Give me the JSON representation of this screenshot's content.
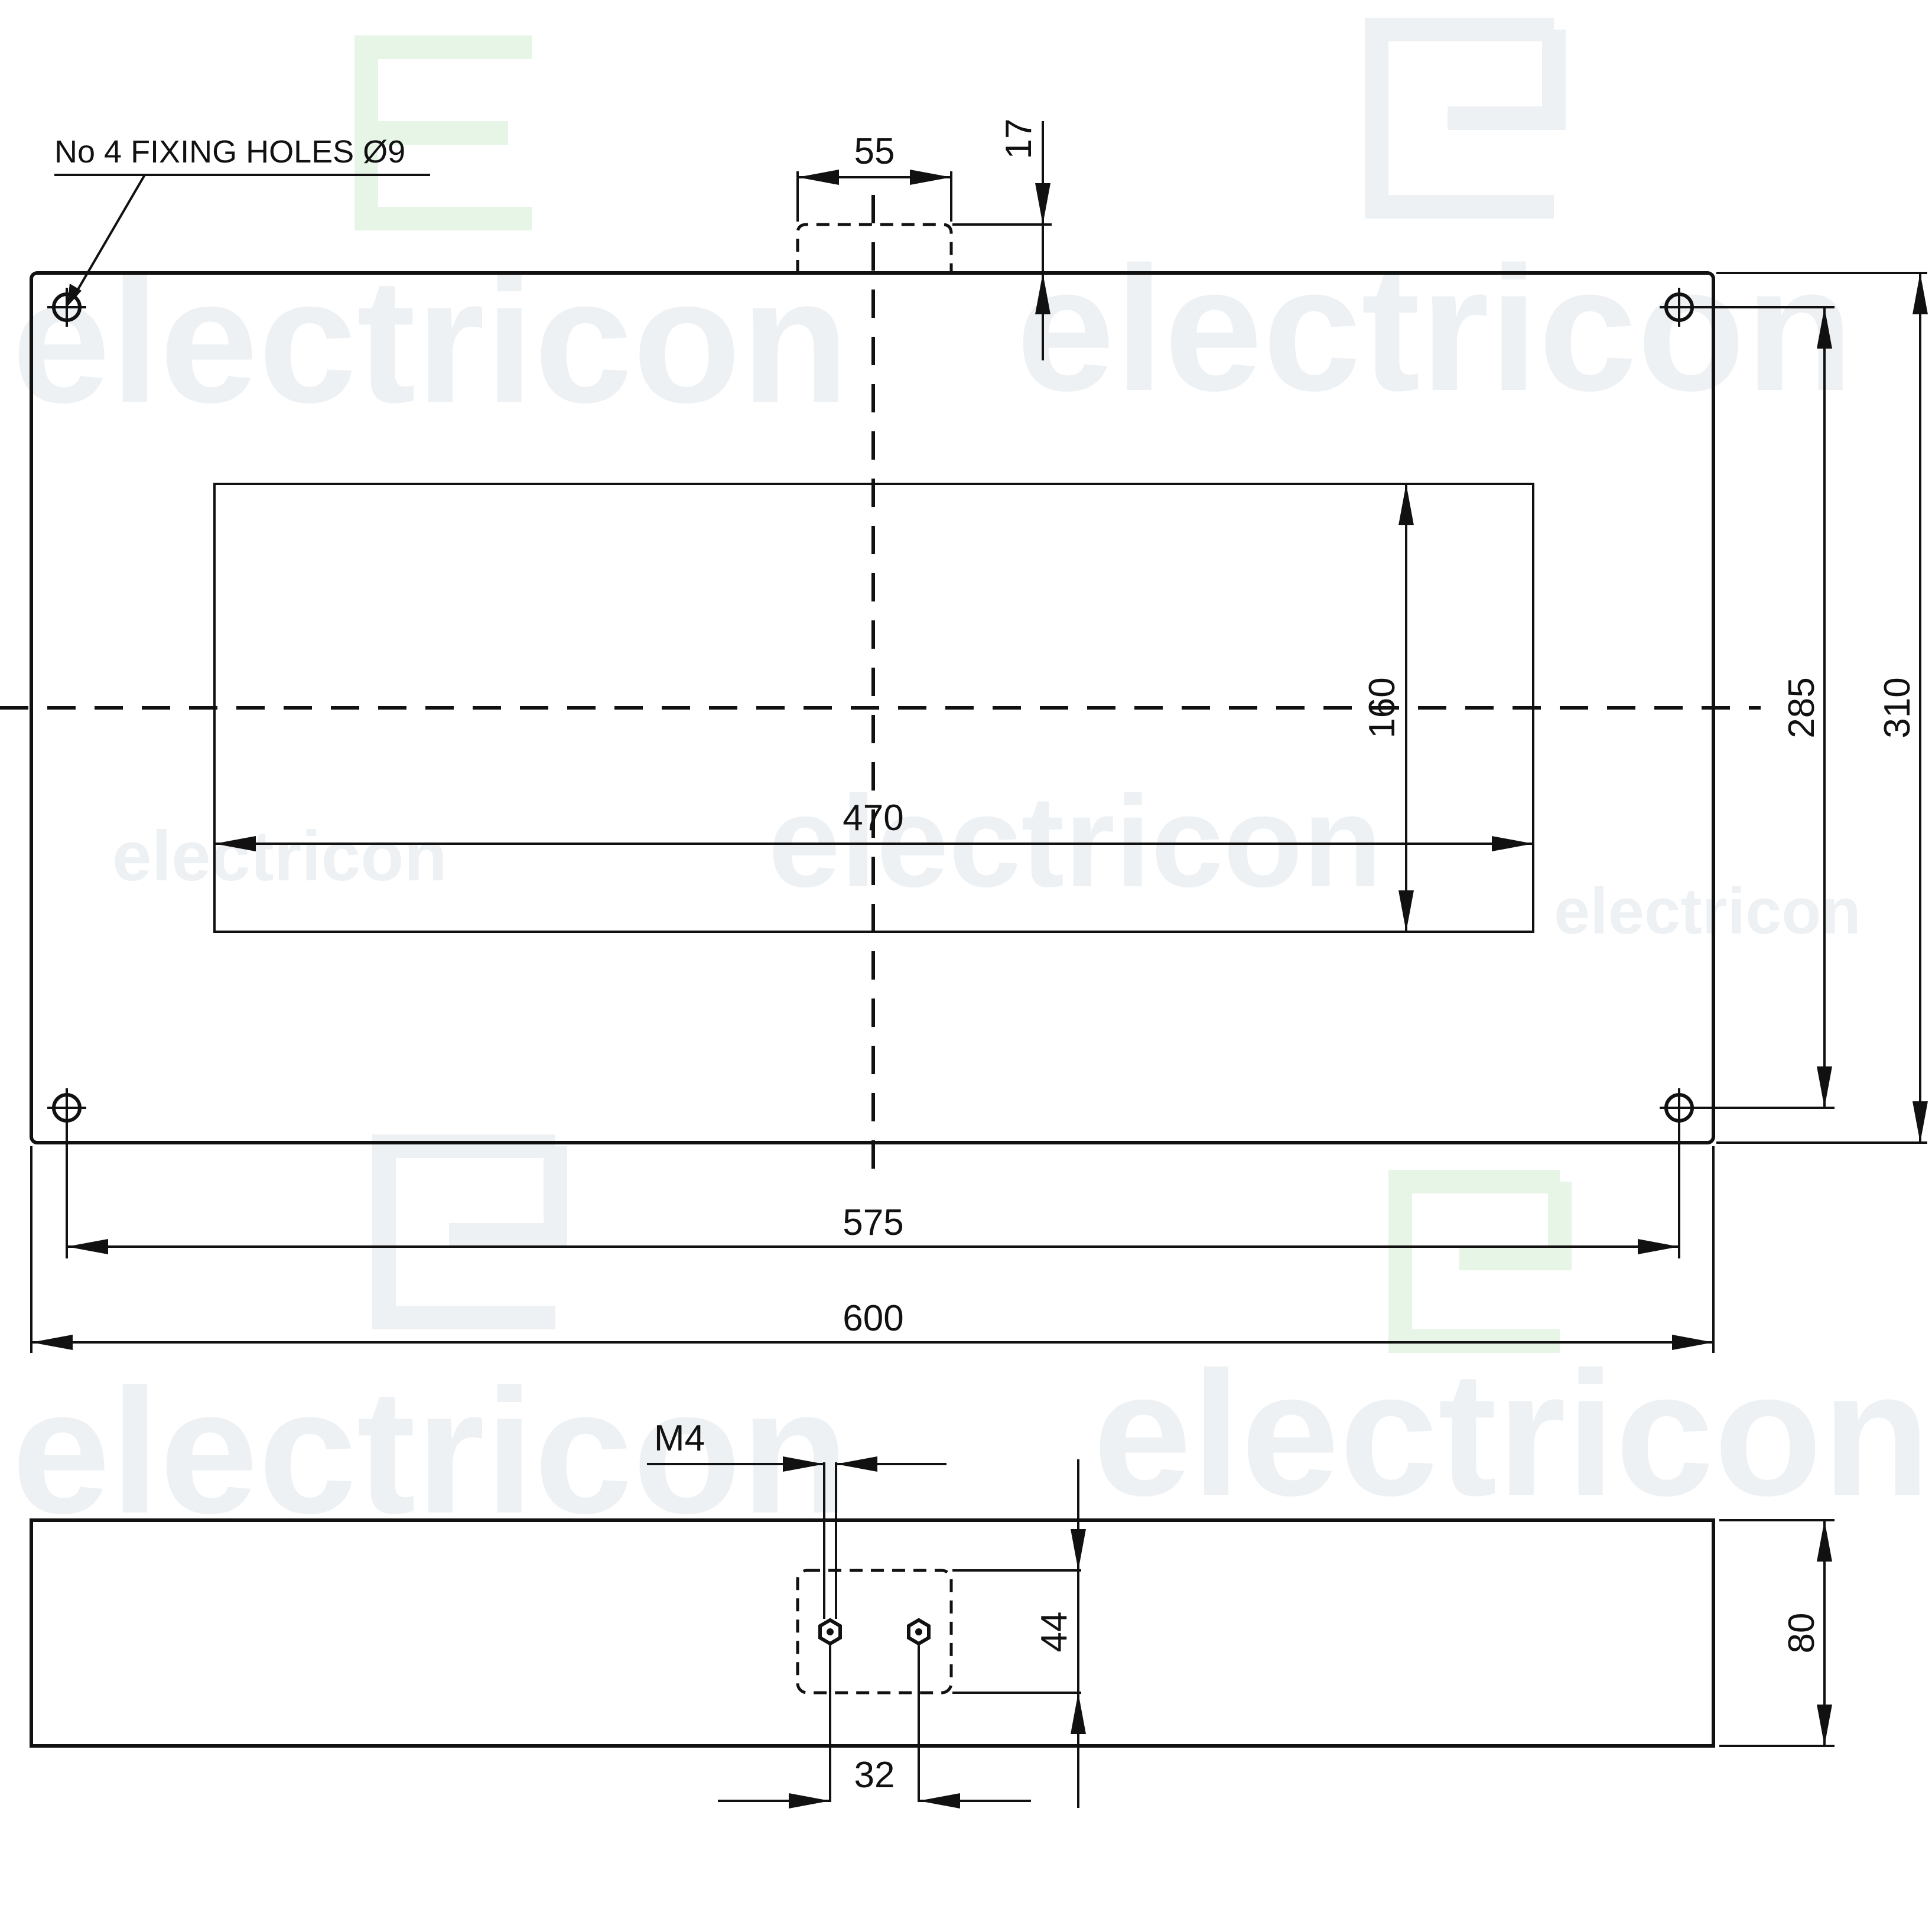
{
  "watermark": {
    "brand_text": "electricon",
    "colors": {
      "text": "#eef1f4",
      "accent": "#e6f5e6"
    }
  },
  "note": {
    "fixing_holes": "No 4 FIXING HOLES Ø9"
  },
  "front_view": {
    "dims": {
      "stud_box_width": "55",
      "stud_box_offset": "17",
      "opening_height": "160",
      "hole_spacing_vertical": "285",
      "overall_height": "310",
      "opening_width": "470",
      "hole_spacing_horizontal": "575",
      "overall_width": "600"
    }
  },
  "side_view": {
    "dims": {
      "stud_thread": "M4",
      "stud_box_height": "44",
      "depth": "80",
      "stud_spacing": "32"
    }
  }
}
